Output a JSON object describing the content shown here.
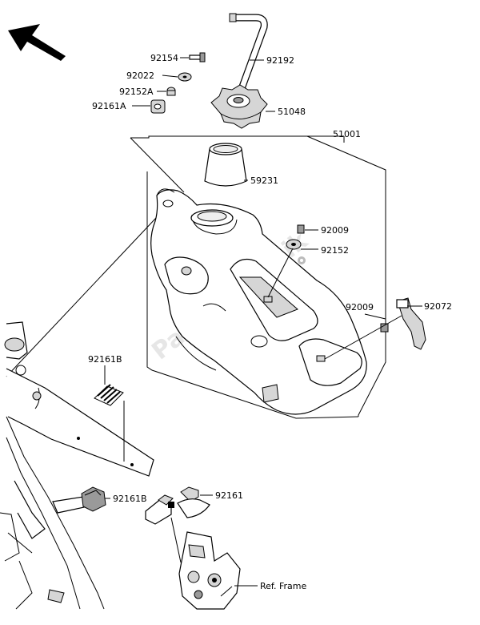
{
  "diagram": {
    "watermark": "PartsRepublik",
    "reference_label": "Ref. Frame",
    "part_numbers": {
      "bolt_top": "92154",
      "washer": "92022",
      "collar": "92152A",
      "cushion_a": "92161A",
      "hose": "92192",
      "cap": "51048",
      "tank": "51001",
      "filler_neck": "59231",
      "bolt_right": "92009",
      "collar_right": "92152",
      "bolt_front": "92009",
      "strap": "92072",
      "cushion_b_upper": "92161B",
      "cushion_b_lower": "92161B",
      "cushion": "92161"
    }
  }
}
